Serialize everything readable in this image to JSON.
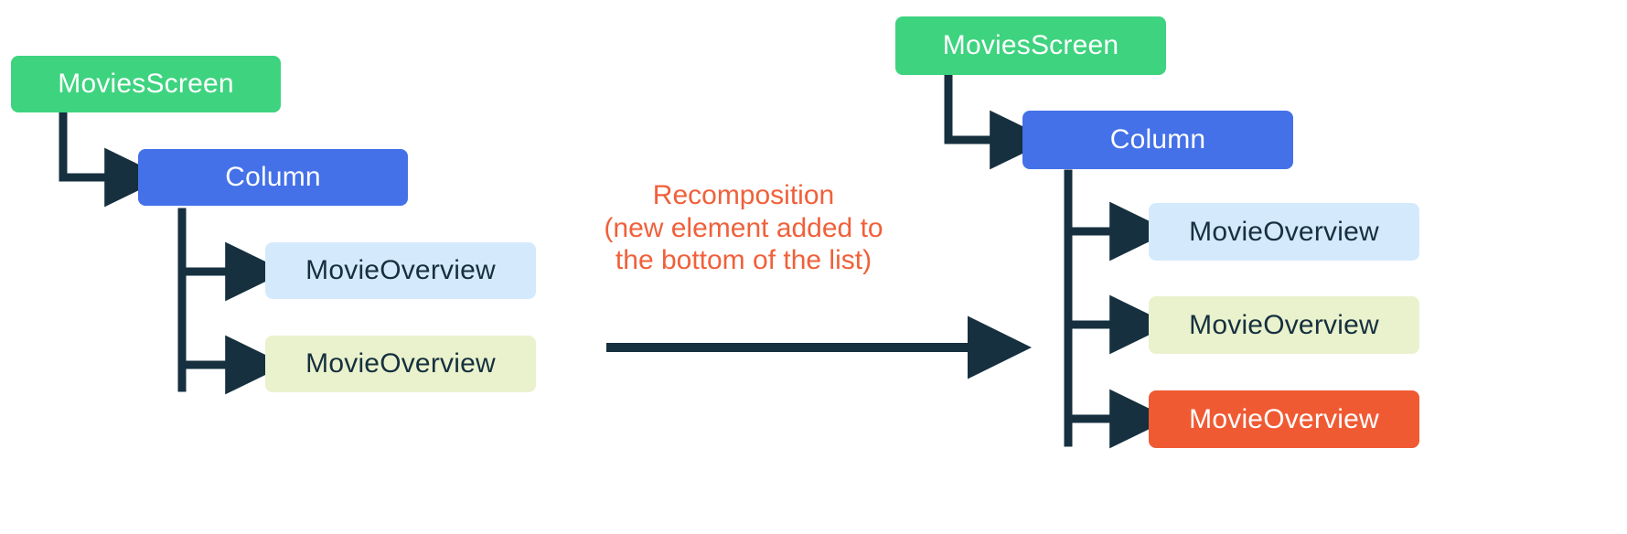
{
  "diagram": {
    "title": "Compose recomposition tree comparison",
    "background": "#ffffff",
    "connector_color": "#16303f",
    "palette": {
      "screen_green": "#3ed37f",
      "column_blue": "#4471e8",
      "overview_light_blue": "#d4eafc",
      "overview_light_green": "#eaf2cd",
      "overview_orange": "#f05a33",
      "dark_text": "#16303f",
      "white_text": "#ffffff",
      "caption_orange": "#f0603a"
    },
    "before": {
      "name": "before-recomposition-tree",
      "nodes": [
        {
          "id": "movies-screen",
          "label": "MoviesScreen",
          "fill": "#3ed37f",
          "text_color": "#ffffff"
        },
        {
          "id": "column",
          "label": "Column",
          "fill": "#4471e8",
          "text_color": "#ffffff"
        },
        {
          "id": "movie-overview-1",
          "label": "MovieOverview",
          "fill": "#d4eafc",
          "text_color": "#16303f"
        },
        {
          "id": "movie-overview-2",
          "label": "MovieOverview",
          "fill": "#eaf2cd",
          "text_color": "#16303f"
        }
      ]
    },
    "transition": {
      "name": "recomposition-transition",
      "caption_lines": [
        "Recomposition",
        "(new element added to",
        "the bottom of the list)"
      ],
      "caption_color": "#f0603a",
      "arrow_direction": "right"
    },
    "after": {
      "name": "after-recomposition-tree",
      "nodes": [
        {
          "id": "movies-screen",
          "label": "MoviesScreen",
          "fill": "#3ed37f",
          "text_color": "#ffffff"
        },
        {
          "id": "column",
          "label": "Column",
          "fill": "#4471e8",
          "text_color": "#ffffff"
        },
        {
          "id": "movie-overview-1",
          "label": "MovieOverview",
          "fill": "#d4eafc",
          "text_color": "#16303f"
        },
        {
          "id": "movie-overview-2",
          "label": "MovieOverview",
          "fill": "#eaf2cd",
          "text_color": "#16303f"
        },
        {
          "id": "movie-overview-3-new",
          "label": "MovieOverview",
          "fill": "#f05a33",
          "text_color": "#ffffff"
        }
      ]
    }
  }
}
